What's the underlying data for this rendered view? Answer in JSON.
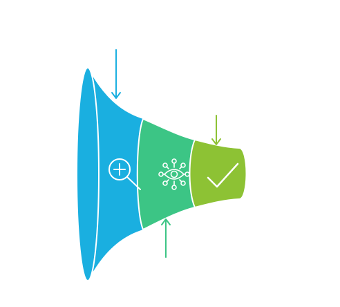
{
  "stages": [
    {
      "id": "explore",
      "icon": "magnifier-plus-icon",
      "color": "#1AAFE0",
      "arrow_color": "#1AAFE0",
      "label_top": "",
      "label_side": ""
    },
    {
      "id": "insight",
      "icon": "eye-network-icon",
      "color": "#3CC585",
      "arrow_color": "#3CC585",
      "label_bottom": ""
    },
    {
      "id": "confirm",
      "icon": "checkmark-icon",
      "color": "#8DC234",
      "arrow_color": "#8DC234",
      "label_top": "",
      "label_side": ""
    }
  ],
  "colors": {
    "background": "#FFFFFF",
    "outline": "#FFFFFF",
    "faint_text": "#EEF0F2"
  }
}
